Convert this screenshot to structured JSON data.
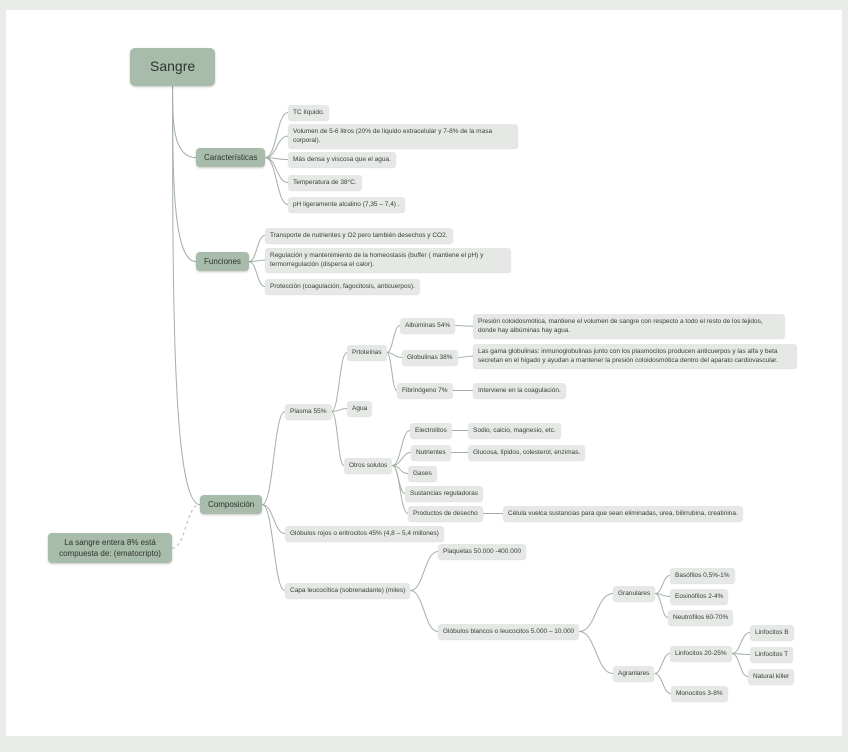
{
  "root": {
    "label": "Sangre"
  },
  "caracteristicas": {
    "label": "Características",
    "items": [
      "TC líquido.",
      "Volumen de 5-6 litros (20% de líquido extracelular y 7-8% de la masa corporal).",
      "Más densa y viscosa que el agua.",
      "Temperatura de 38°C.",
      "pH ligeramente alcalino (7,35 – 7,4) ."
    ]
  },
  "funciones": {
    "label": "Funciones",
    "items": [
      "Transporte de nutrientes y O2 pero también desechos y CO2.",
      "Regulación y mantenimiento de la homeostasis (buffer ( mantiene el pH) y termorregulación (dispersa el calor).",
      "Protección (coagulación, fagocitosis, anticuerpos)."
    ]
  },
  "composicion": {
    "label": "Composición",
    "nota": "La sangre entera 8% está compuesta de: (ematocripto)",
    "plasma": {
      "label": "Plasma 55%",
      "proteinas": {
        "label": "Prtoteínas",
        "albuminas": {
          "label": "Albúminas 54%",
          "desc": "Presión coloidosmótica, mantiene el volumen de sangre con respecto a todo el resto de los tejidos, donde hay albúminas hay agua."
        },
        "globulinas": {
          "label": "Globulinas 38%",
          "desc": "Las gama globulinas: inmunoglobulinas junto con los plasmocitos producen anticuerpos y las alfa y beta secretan en el hígado y ayudan a mantener la presión coloidosmótica dentro del aparato cardiovascular."
        },
        "fibrinogeno": {
          "label": "Fibrinógeno 7%",
          "desc": "Interviene en la coagulación."
        }
      },
      "agua": {
        "label": "Agua"
      },
      "otros_solutos": {
        "label": "Otros solutos",
        "electrolitos": {
          "label": "Electrolitos",
          "desc": "Sodio, calcio, magnesio, etc."
        },
        "nutrientes": {
          "label": "Nutrientes",
          "desc": "Glucosa, lípidos, colesterol, enzimas."
        },
        "gases": {
          "label": "Gases"
        },
        "sustancias_reguladoras": {
          "label": "Sustancias reguladoras"
        },
        "productos_desecho": {
          "label": "Productos de desecho",
          "desc": "Célula vuelca sustancias para que sean eliminadas, urea, bilirrubina, creatinina."
        }
      }
    },
    "globulos_rojos": {
      "label": "Glóbulos rojos o eritrocitos 45% (4,8 – 5,4 millones)"
    },
    "capa_leucocitica": {
      "label": "Capa leucocítica (sobrenadante) (miles)",
      "plaquetas": {
        "label": "Plaquetas 50.000 -400.000"
      },
      "globulos_blancos": {
        "label": "Glóbulos blancos o leucocitos 5.000 – 10.000",
        "granulares": {
          "label": "Granulares",
          "items": [
            "Basófilos 0,5%-1%",
            "Eosinófilos 2-4%",
            "Neutrófilos 60-70%"
          ]
        },
        "agranulares": {
          "label": "Agranlares",
          "linfocitos": {
            "label": "Linfocitos 20-25%",
            "items": [
              "Linfocitos B",
              "Linfocitos T",
              "Natural killer"
            ]
          },
          "monocitos": {
            "label": "Monocitos 3-8%"
          }
        }
      }
    }
  },
  "colors": {
    "branch": "#a7bcaa",
    "leaf": "#e5e8e5",
    "wire": "#a3b1a5",
    "canvas": "#ffffff",
    "page_background": "#eaece9"
  }
}
